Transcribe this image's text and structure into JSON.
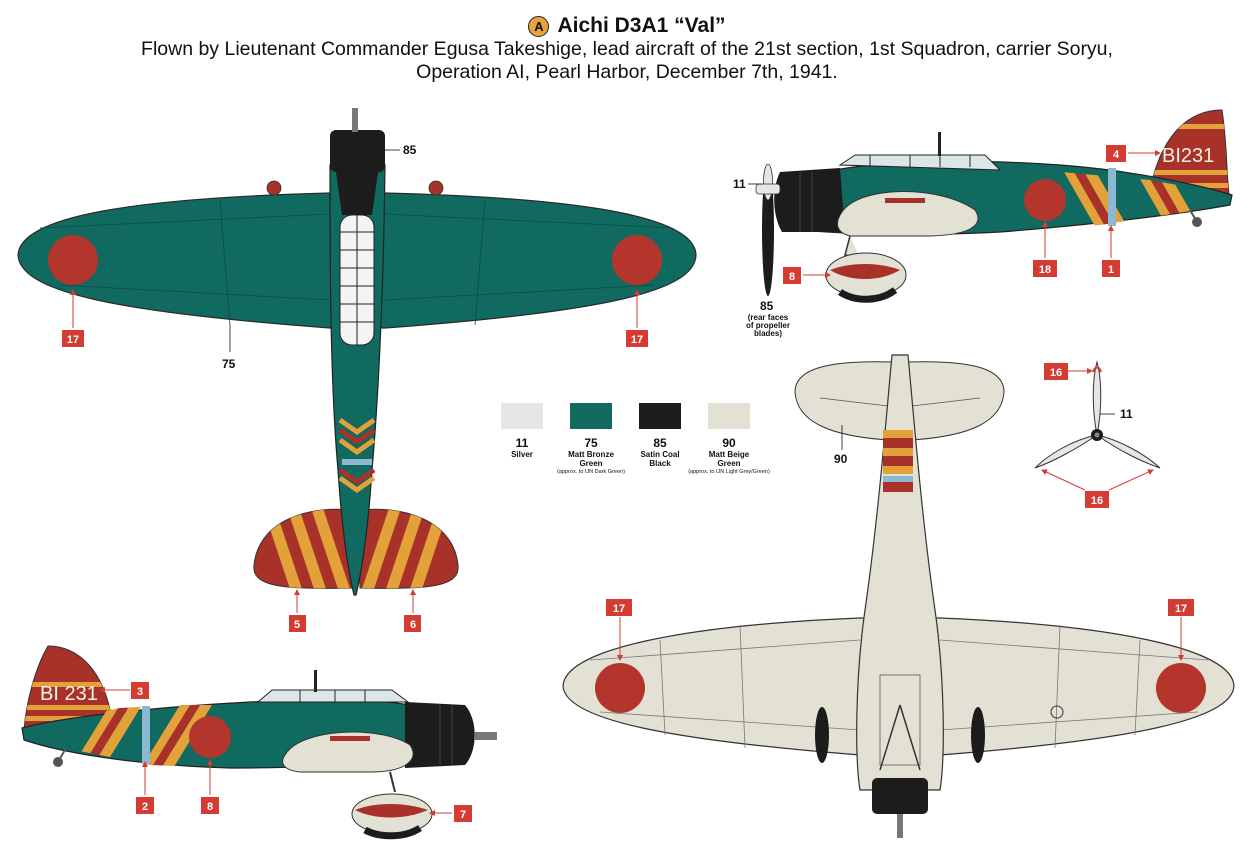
{
  "badge": "A",
  "title": "Aichi D3A1 “Val”",
  "subtitle_line1": "Flown by Lieutenant Commander Egusa Takeshige, lead aircraft of the 21st section, 1st Squadron, carrier Soryu,",
  "subtitle_line2": "Operation AI, Pearl Harbor, December 7th, 1941.",
  "colors": {
    "green": "#106a60",
    "black": "#1c1c1c",
    "beige": "#e2e1d4",
    "silver": "#e6e6e6",
    "red": "#a8322a",
    "hinomaru": "#b4352c",
    "yellow": "#e3a13a",
    "blue_band": "#8db8d2",
    "callout": "#d33b33"
  },
  "swatches": [
    {
      "code": "11",
      "name": "Silver",
      "name2": "",
      "note": ""
    },
    {
      "code": "75",
      "name": "Matt Bronze",
      "name2": "Green",
      "note": "(approx. to IJN Dark Green)"
    },
    {
      "code": "85",
      "name": "Satin Coal",
      "name2": "Black",
      "note": ""
    },
    {
      "code": "90",
      "name": "Matt Beige",
      "name2": "Green",
      "note": "(approx. to IJN Light Grey/Green)"
    }
  ],
  "paint_labels": {
    "top_cowl": "85",
    "top_wing": "75",
    "side_prop": "11",
    "side_prop_rear": "85",
    "side_prop_note1": "(rear faces",
    "side_prop_note2": "of propeller",
    "side_prop_note3": "blades)",
    "under_wing": "90",
    "prop_detail": "11"
  },
  "registration": "BI231",
  "registration_left": "BI 231",
  "callouts": {
    "top_left_wing": "17",
    "top_right_wing": "17",
    "top_tail_left": "5",
    "top_tail_right": "6",
    "side_r_fin": "4",
    "side_r_band": "1",
    "side_r_roundel": "18",
    "side_r_wheel": "8",
    "side_l_fin": "3",
    "side_l_band": "2",
    "side_l_roundel": "8",
    "side_l_wheel": "7",
    "prop_tip": "16",
    "prop_tips": "16",
    "under_left": "17",
    "under_right": "17"
  }
}
